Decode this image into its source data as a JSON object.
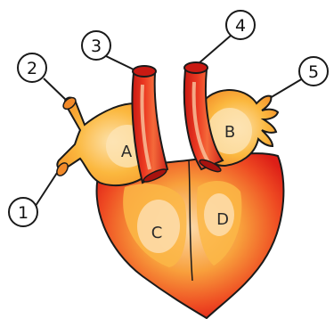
{
  "diagram": {
    "callouts": [
      {
        "id": "1",
        "label": "1"
      },
      {
        "id": "2",
        "label": "2"
      },
      {
        "id": "3",
        "label": "3"
      },
      {
        "id": "4",
        "label": "4"
      },
      {
        "id": "5",
        "label": "5"
      }
    ],
    "chambers": [
      {
        "id": "A",
        "label": "A"
      },
      {
        "id": "B",
        "label": "B"
      },
      {
        "id": "C",
        "label": "C"
      },
      {
        "id": "D",
        "label": "D"
      }
    ],
    "colors": {
      "outline": "#1a1a1a",
      "ventricle_outer": "#e8261a",
      "ventricle_inner": "#f7a13a",
      "atrium": "#fbb23a",
      "atrium_light": "#fde0a0",
      "vessel": "#e2281d",
      "highlight": "#f8c7a0"
    }
  }
}
